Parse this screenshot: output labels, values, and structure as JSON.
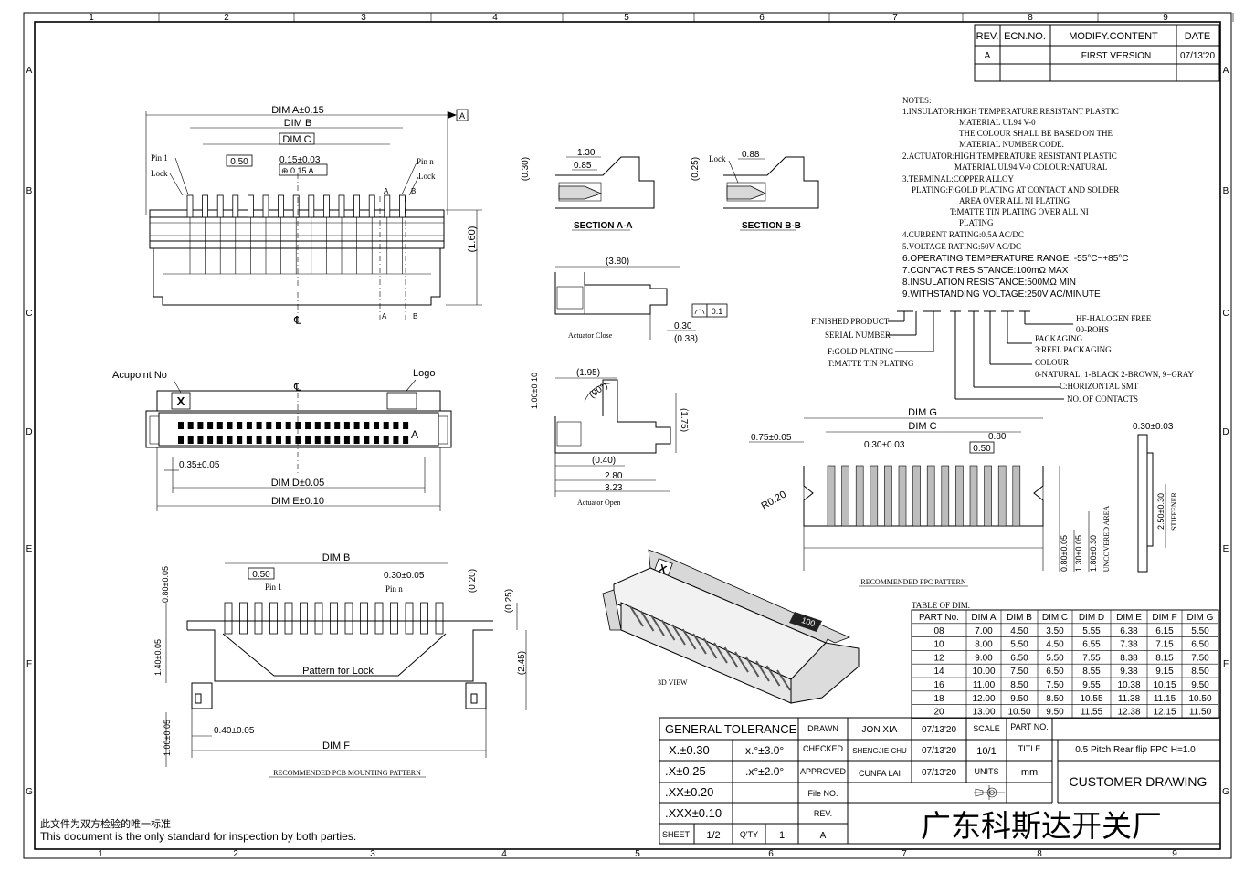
{
  "grid": {
    "top_numbers": [
      "1",
      "2",
      "3",
      "4",
      "5",
      "6",
      "7",
      "8",
      "9"
    ],
    "bottom_numbers": [
      "1",
      "2",
      "3",
      "4",
      "5",
      "6",
      "7",
      "8",
      "9"
    ],
    "side_letters": [
      "A",
      "B",
      "C",
      "D",
      "E",
      "F",
      "G"
    ]
  },
  "revision_table": {
    "headers": [
      "REV.",
      "ECN.NO.",
      "MODIFY.CONTENT",
      "DATE"
    ],
    "row": [
      "A",
      "",
      "FIRST VERSION",
      "07/13'20"
    ]
  },
  "notes": {
    "title": "NOTES:",
    "lines": [
      "1.INSULATOR:HIGH TEMPERATURE RESISTANT PLASTIC",
      "MATERIAL UL94 V-0",
      "THE COLOUR SHALL BE BASED ON THE",
      "MATERIAL NUMBER CODE.",
      "2.ACTUATOR:HIGH TEMPERATURE RESISTANT PLASTIC",
      "MATERIAL UL94 V-0   COLOUR:NATURAL",
      "3.TERMINAL:COPPER ALLOY",
      "PLATING:F:GOLD PLATING AT CONTACT AND SOLDER",
      "AREA OVER ALL NI PLATING",
      "T:MATTE TIN PLATING OVER ALL NI",
      "PLATING",
      "4.CURRENT RATING:0.5A AC/DC",
      "5.VOLTAGE RATING:50V AC/DC",
      "6.OPERATING TEMPERATURE RANGE: -55°C~+85°C",
      "7.CONTACT RESISTANCE:100mΩ MAX",
      "8.INSULATION RESISTANCE:500MΩ MIN",
      "9.WITHSTANDING VOLTAGE:250V AC/MINUTE"
    ]
  },
  "part_code": {
    "left": [
      "FINISHED PRODUCT",
      "SERIAL NUMBER",
      "F:GOLD PLATING",
      "T:MATTE TIN PLATING"
    ],
    "right": [
      "HF-HALOGEN FREE",
      "00-ROHS",
      "PACKAGING",
      "3:REEL PACKAGING",
      "COLOUR",
      "0-NATURAL, 1-BLACK 2-BROWN, 9=GRAY",
      "C:HORIZONTAL SMT",
      "NO. OF CONTACTS"
    ]
  },
  "top_view": {
    "dim_a": "DIM A±0.15",
    "dim_b": "DIM B",
    "dim_c": "DIM C",
    "pitch": "0.50",
    "tol": "0.15±0.03",
    "datum": "⊕ 0.15 A",
    "pin1": "Pin 1",
    "lock_l": "Lock",
    "pin_n": "Pin n",
    "lock_r": "Lock",
    "height": "(1.60)",
    "cl": "℄",
    "datum_tag": "A",
    "marks": [
      "A",
      "B",
      "A",
      "B"
    ]
  },
  "front_view": {
    "acupoint": "Acupoint No",
    "logo": "Logo",
    "x_mark": "X",
    "a_mark": "A",
    "cl": "℄",
    "d035": "0.35±0.05",
    "dim_d": "DIM D±0.05",
    "dim_e": "DIM E±0.10"
  },
  "pcb_pattern": {
    "dim_b": "DIM B",
    "pitch": "0.50",
    "pin1": "Pin 1",
    "pin_n": "Pin n",
    "pad_w": "0.30±0.05",
    "d020": "(0.20)",
    "d025": "(0.25)",
    "d080": "0.80±0.05",
    "d140": "1.40±0.05",
    "d245": "(2.45)",
    "d100": "1.00±0.05",
    "d040": "0.40±0.05",
    "lock_label": "Pattern for Lock",
    "dim_f": "DIM F",
    "caption": "RECOMMENDED PCB MOUNTING PATTERN"
  },
  "sections": {
    "aa": {
      "w1": "1.30",
      "w2": "0.85",
      "h": "(0.30)",
      "caption": "SECTION A-A"
    },
    "bb": {
      "lock": "Lock",
      "w": "0.88",
      "h": "(0.25)",
      "caption": "SECTION B-B"
    }
  },
  "actuator_close": {
    "w": "(3.80)",
    "flat": "0.1",
    "d030": "0.30",
    "d038": "(0.38)",
    "caption": "Actuator Close"
  },
  "actuator_open": {
    "w": "(1.95)",
    "ang": "(90°)",
    "h100": "1.00±0.10",
    "h175": "(1.75)",
    "d040": "(0.40)",
    "d280": "2.80",
    "d323": "3.23",
    "caption": "Actuator Open"
  },
  "fpc_pattern": {
    "dim_g": "DIM G",
    "dim_c": "DIM C",
    "d075": "0.75±0.05",
    "d080": "0.80",
    "d030": "0.30±0.03",
    "d050": "0.50",
    "r020": "R0.20",
    "t030": "0.30±0.03",
    "v080": "0.80±0.05",
    "v130": "1.30±0.05",
    "v180": "1.80±0.30",
    "uncovered": "UNCOVERED AREA",
    "v250": "2.50±0.30",
    "stiffener": "STIFFENER",
    "caption": "RECOMMENDED FPC PATTERN"
  },
  "view_3d": {
    "label": "3D VIEW",
    "x": "X",
    "logo": "100"
  },
  "dim_table": {
    "title": "TABLE OF DIM.",
    "headers": [
      "PART No.",
      "DIM A",
      "DIM B",
      "DIM C",
      "DIM D",
      "DIM E",
      "DIM F",
      "DIM G"
    ],
    "rows": [
      [
        "08",
        "7.00",
        "4.50",
        "3.50",
        "5.55",
        "6.38",
        "6.15",
        "5.50"
      ],
      [
        "10",
        "8.00",
        "5.50",
        "4.50",
        "6.55",
        "7.38",
        "7.15",
        "6.50"
      ],
      [
        "12",
        "9.00",
        "6.50",
        "5.50",
        "7.55",
        "8.38",
        "8.15",
        "7.50"
      ],
      [
        "14",
        "10.00",
        "7.50",
        "6.50",
        "8.55",
        "9.38",
        "9.15",
        "8.50"
      ],
      [
        "16",
        "11.00",
        "8.50",
        "7.50",
        "9.55",
        "10.38",
        "10.15",
        "9.50"
      ],
      [
        "18",
        "12.00",
        "9.50",
        "8.50",
        "10.55",
        "11.38",
        "11.15",
        "10.50"
      ],
      [
        "20",
        "13.00",
        "10.50",
        "9.50",
        "11.55",
        "12.38",
        "12.15",
        "11.50"
      ]
    ]
  },
  "title_block": {
    "general_tol": "GENERAL TOLERANCE",
    "tol": [
      "X.±0.30",
      ".X±0.25",
      ".XX±0.20",
      ".XXX±0.10"
    ],
    "ang": [
      "x.°±3.0°",
      ".x°±2.0°"
    ],
    "drawn_l": "DRAWN",
    "drawn": "JON XIA",
    "drawn_date": "07/13'20",
    "checked_l": "CHECKED",
    "checked": "SHENGJIE CHU",
    "checked_date": "07/13'20",
    "approved_l": "APPROVED",
    "approved": "CUNFA LAI",
    "approved_date": "07/13'20",
    "scale_l": "SCALE",
    "scale": "10/1",
    "units_l": "UNITS",
    "units": "mm",
    "title_l": "TITLE",
    "title": "0.5 Pitch Rear flip FPC H=1.0",
    "partno_l": "PART NO.",
    "fileno_l": "File NO.",
    "rev_l": "REV.",
    "rev": "A",
    "sheet_l": "SHEET",
    "sheet": "1/2",
    "qty_l": "Q'TY",
    "qty": "1",
    "qty_rev": "A",
    "customer": "CUSTOMER DRAWING",
    "company": "广东科斯达开关厂"
  },
  "footer": {
    "cn": "此文件为双方检验的唯一标准",
    "en": "This document is the only standard for inspection by both parties."
  }
}
